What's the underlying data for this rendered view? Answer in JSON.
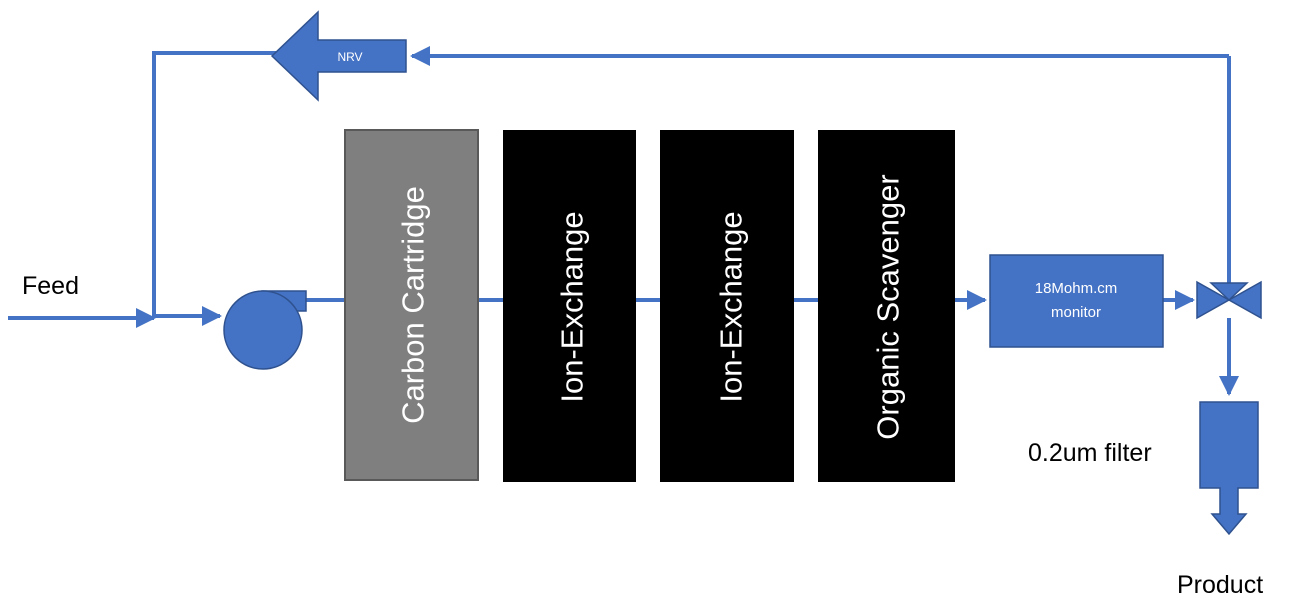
{
  "labels": {
    "feed": "Feed",
    "product": "Product",
    "filter": "0.2um filter",
    "nrv": "NRV",
    "monitor_line1": "18Mohm.cm",
    "monitor_line2": "monitor"
  },
  "columns": [
    {
      "label": "Carbon Cartridge",
      "color": "#7f7f7f"
    },
    {
      "label": "Ion-Exchange",
      "color": "#000000"
    },
    {
      "label": "Ion-Exchange",
      "color": "#000000"
    },
    {
      "label": "Organic Scavenger",
      "color": "#000000"
    }
  ],
  "colors": {
    "pipe": "#4472c4",
    "component_fill": "#4472c4",
    "component_stroke": "#2f528f",
    "column_stroke": "#595959"
  },
  "icons": {
    "pump": "centrifugal-pump-icon",
    "valve": "three-way-valve-icon",
    "nrv": "non-return-valve-arrow-icon",
    "filter": "cartridge-filter-icon"
  }
}
